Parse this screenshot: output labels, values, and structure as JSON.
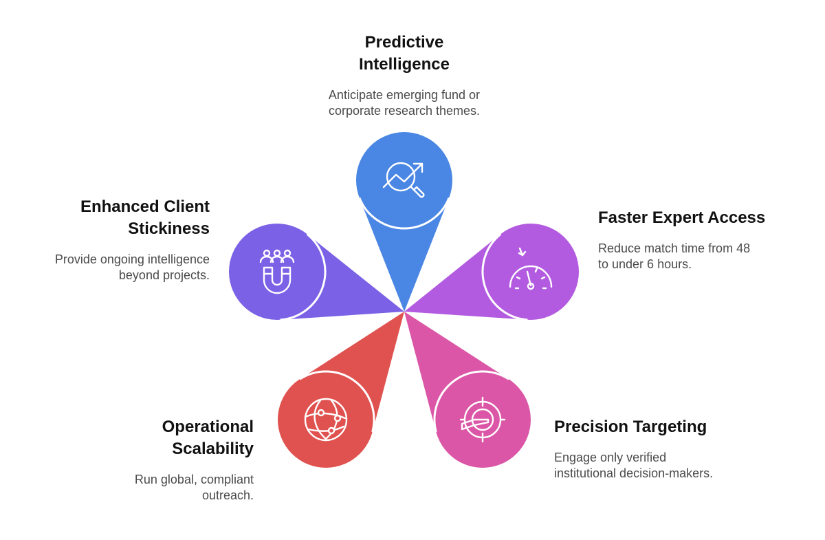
{
  "items": [
    {
      "title": "Predictive\nIntelligence",
      "description": "Anticipate emerging fund or\ncorporate research themes.",
      "icon": "chart-search-icon",
      "color": "#4A86E3"
    },
    {
      "title": "Faster Expert Access",
      "description": "Reduce match time from 48\nto under 6 hours.",
      "icon": "speedometer-icon",
      "color": "#B35BE0"
    },
    {
      "title": "Precision Targeting",
      "description": "Engage only verified\ninstitutional decision-makers.",
      "icon": "crosshair-target-icon",
      "color": "#DB56A6"
    },
    {
      "title": "Operational\nScalability",
      "description": "Run global, compliant\noutreach.",
      "icon": "globe-network-icon",
      "color": "#E0524F"
    },
    {
      "title": "Enhanced Client\nStickiness",
      "description": "Provide ongoing intelligence\nbeyond projects.",
      "icon": "people-magnet-icon",
      "color": "#7B61E6"
    }
  ]
}
